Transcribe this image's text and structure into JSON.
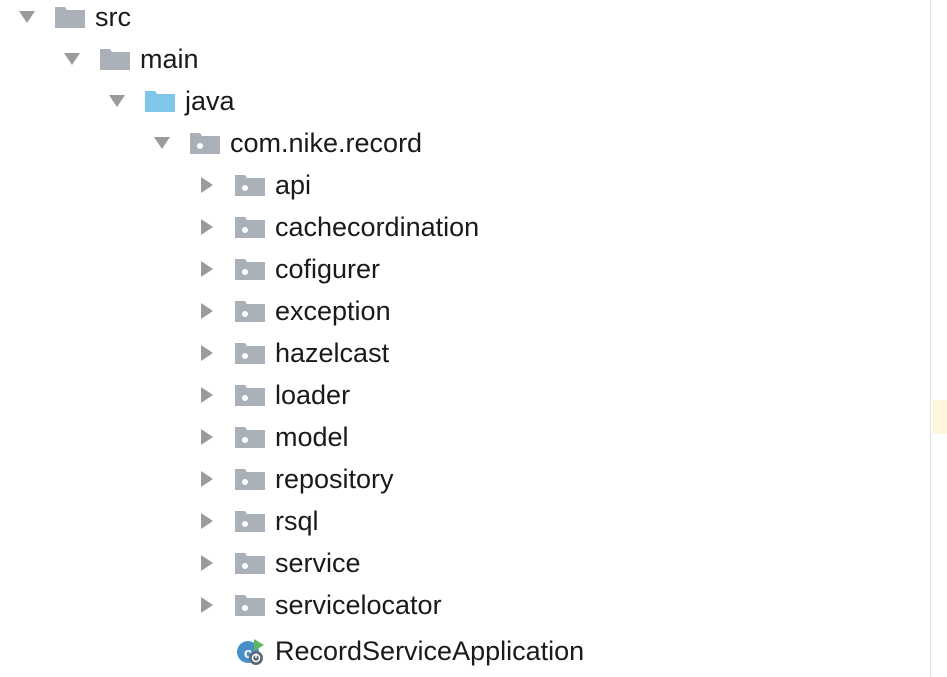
{
  "tree": {
    "src": {
      "label": "src"
    },
    "main": {
      "label": "main"
    },
    "java": {
      "label": "java"
    },
    "package": {
      "label": "com.nike.record"
    },
    "children": [
      {
        "label": "api"
      },
      {
        "label": "cachecordination"
      },
      {
        "label": "cofigurer"
      },
      {
        "label": "exception"
      },
      {
        "label": "hazelcast"
      },
      {
        "label": "loader"
      },
      {
        "label": "model"
      },
      {
        "label": "repository"
      },
      {
        "label": "rsql"
      },
      {
        "label": "service"
      },
      {
        "label": "servicelocator"
      }
    ],
    "application": {
      "label": "RecordServiceApplication"
    }
  },
  "colors": {
    "arrow": "#9b9b9b",
    "folder_gray": "#a9b0b8",
    "folder_blue": "#7fc7ea",
    "package_dot": "#ffffff",
    "spring_green": "#5cb85c",
    "class_blue": "#4a90c8"
  }
}
